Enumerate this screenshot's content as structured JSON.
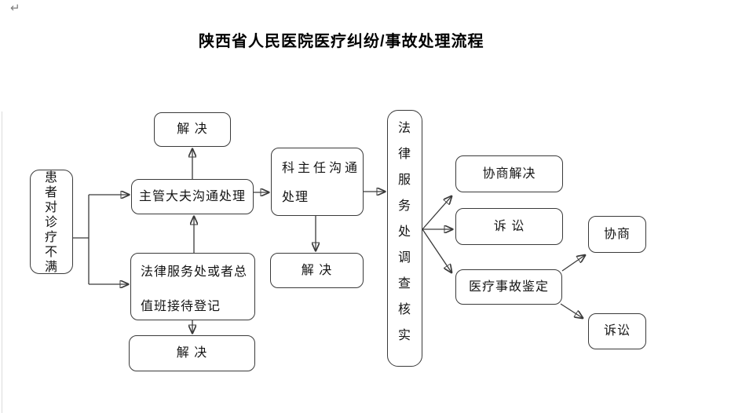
{
  "document": {
    "paragraph_mark": "↵",
    "title": "陕西省人民医院医疗纠纷/事故处理流程"
  },
  "flowchart": {
    "line_color": "#3a3a3a",
    "nodes": {
      "patient": {
        "label": "患者对诊疗不满"
      },
      "resolve_top": {
        "label": "解  决"
      },
      "chief_doctor": {
        "label": "主管大夫沟通处理"
      },
      "dept_director": {
        "line1": "科主任沟通",
        "line2": "处理"
      },
      "resolve_mid": {
        "label": "解  决"
      },
      "legal_reception": {
        "line1": "法律服务处或者总",
        "line2": "值班接待登记"
      },
      "resolve_bottom": {
        "label": "解  决"
      },
      "legal_investigation": {
        "label": "法律服务处调查核实"
      },
      "negotiated_settlement": {
        "label": "协商解决"
      },
      "litigation": {
        "label": "诉  讼"
      },
      "accident_appraisal": {
        "label": "医疗事故鉴定"
      },
      "negotiation": {
        "label": "协商"
      },
      "litigation_final": {
        "label": "诉讼"
      }
    },
    "edges": [
      {
        "from": "患者对诊疗不满",
        "to": "主管大夫沟通处理"
      },
      {
        "from": "患者对诊疗不满",
        "to": "法律服务处或者总值班接待登记"
      },
      {
        "from": "主管大夫沟通处理",
        "to": "解决"
      },
      {
        "from": "法律服务处或者总值班接待登记",
        "to": "主管大夫沟通处理"
      },
      {
        "from": "法律服务处或者总值班接待登记",
        "to": "解决"
      },
      {
        "from": "主管大夫沟通处理",
        "to": "科主任沟通处理"
      },
      {
        "from": "科主任沟通处理",
        "to": "解决"
      },
      {
        "from": "科主任沟通处理",
        "to": "法律服务处调查核实"
      },
      {
        "from": "法律服务处调查核实",
        "to": "协商解决"
      },
      {
        "from": "法律服务处调查核实",
        "to": "诉讼"
      },
      {
        "from": "法律服务处调查核实",
        "to": "医疗事故鉴定"
      },
      {
        "from": "医疗事故鉴定",
        "to": "协商"
      },
      {
        "from": "医疗事故鉴定",
        "to": "诉讼"
      }
    ]
  }
}
